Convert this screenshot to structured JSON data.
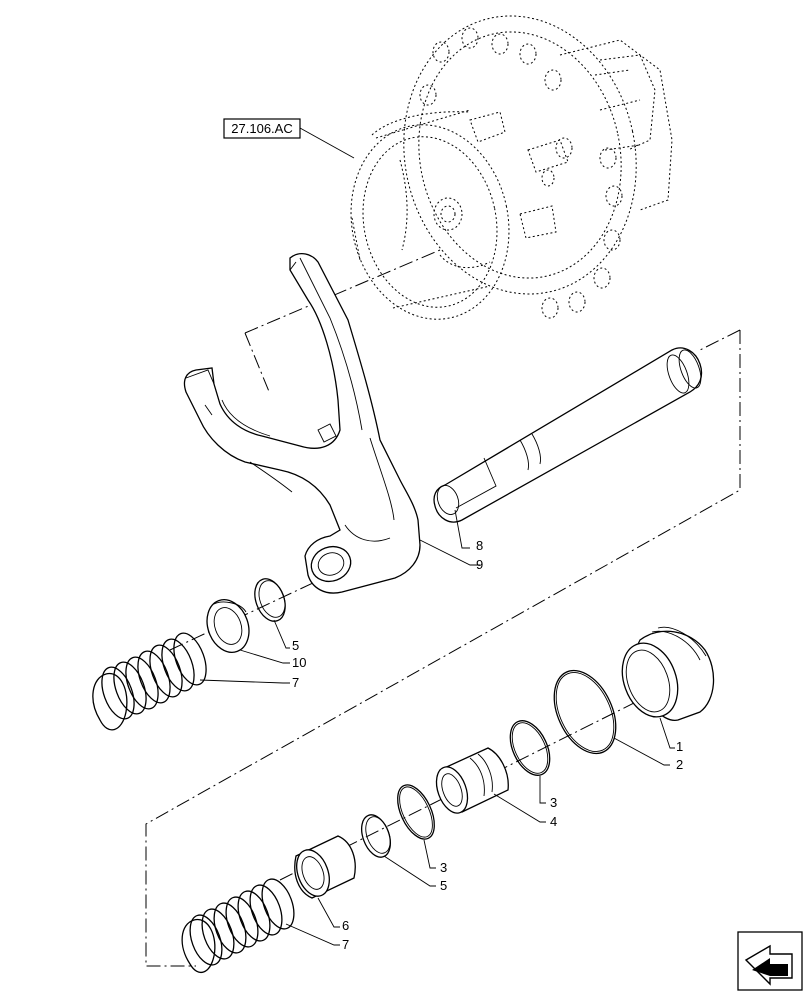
{
  "reference_box": {
    "text": "27.106.AC"
  },
  "callouts": [
    {
      "id": "c1",
      "text": "1"
    },
    {
      "id": "c2",
      "text": "2"
    },
    {
      "id": "c3a",
      "text": "3"
    },
    {
      "id": "c3b",
      "text": "3"
    },
    {
      "id": "c4",
      "text": "4"
    },
    {
      "id": "c5a",
      "text": "5"
    },
    {
      "id": "c5b",
      "text": "5"
    },
    {
      "id": "c6",
      "text": "6"
    },
    {
      "id": "c7a",
      "text": "7"
    },
    {
      "id": "c7b",
      "text": "7"
    },
    {
      "id": "c8",
      "text": "8"
    },
    {
      "id": "c9",
      "text": "9"
    },
    {
      "id": "c10",
      "text": "10"
    }
  ],
  "icons": {
    "navigation": "page-navigation-arrow-icon"
  }
}
